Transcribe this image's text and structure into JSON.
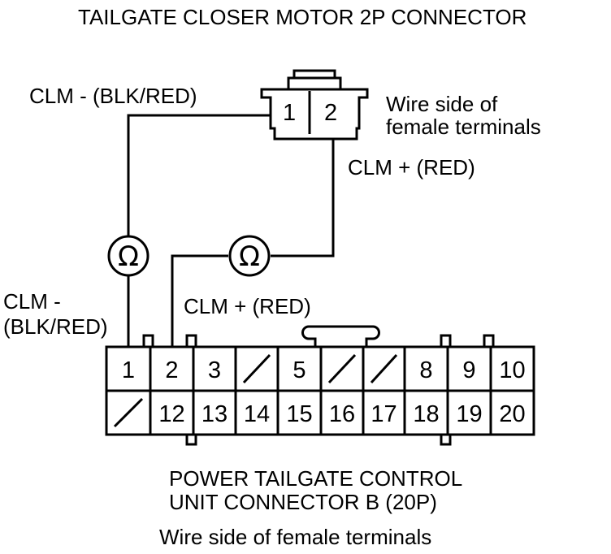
{
  "title": "TAILGATE CLOSER MOTOR 2P CONNECTOR",
  "motor_connector": {
    "pins": [
      "1",
      "2"
    ],
    "note_line1": "Wire side of",
    "note_line2": "female terminals"
  },
  "wires": {
    "clm_minus_top": "CLM -  (BLK/RED)",
    "clm_plus_top": "CLM +  (RED)",
    "clm_minus_left_line1": "CLM -",
    "clm_minus_left_line2": "(BLK/RED)",
    "clm_plus_lower": "CLM +  (RED)"
  },
  "meter_symbol": "Ω",
  "control_unit": {
    "label_line1": "POWER TAILGATE CONTROL",
    "label_line2": "UNIT CONNECTOR B (20P)",
    "note": "Wire side of female terminals",
    "top_row": [
      "1",
      "2",
      "3",
      "",
      "5",
      "",
      "",
      "8",
      "9",
      "10"
    ],
    "bottom_row": [
      "",
      "12",
      "13",
      "14",
      "15",
      "16",
      "17",
      "18",
      "19",
      "20"
    ]
  }
}
